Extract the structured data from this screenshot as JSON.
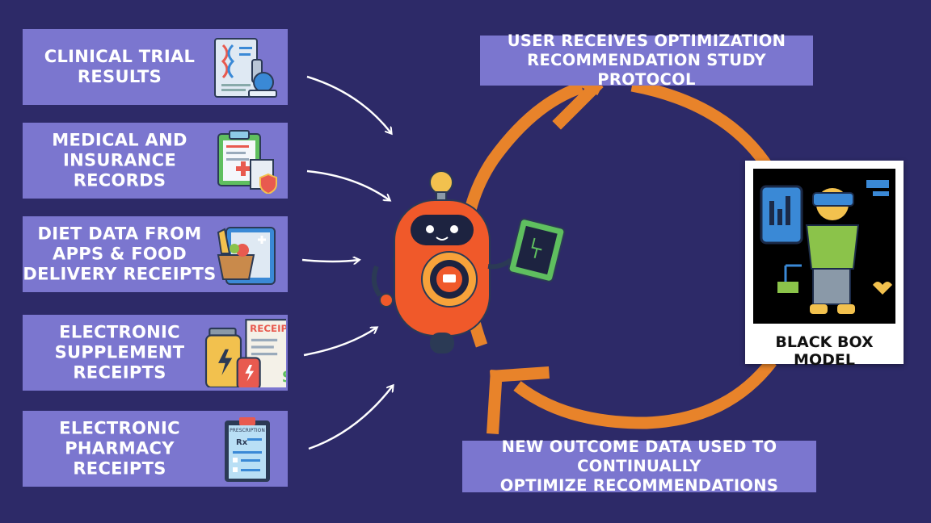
{
  "sources": [
    {
      "label": "CLINICAL TRIAL\nRESULTS",
      "icon": "dna-microscope-icon"
    },
    {
      "label": "MEDICAL AND\nINSURANCE RECORDS",
      "icon": "medical-clipboard-icon"
    },
    {
      "label": "DIET DATA FROM\nAPPS & FOOD\nDELIVERY RECEIPTS",
      "icon": "grocery-tablet-icon"
    },
    {
      "label": "ELECTRONIC\nSUPPLEMENT\nRECEIPTS",
      "icon": "supplement-receipt-icon"
    },
    {
      "label": "ELECTRONIC\nPHARMACY\nRECEIPTS",
      "icon": "prescription-clipboard-icon"
    }
  ],
  "top_label": "USER RECEIVES OPTIMIZATION\nRECOMMENDATION STUDY PROTOCOL",
  "bottom_label": "NEW OUTCOME DATA USED TO CONTINUALLY\nOPTIMIZE RECOMMENDATIONS",
  "black_box": {
    "caption": "BLACK BOX MODEL",
    "icon": "vr-user-icon"
  },
  "receipt_text": "RECEIPT",
  "prescription_text": "PRESCRIPTION",
  "rx_text": "Rx",
  "dollar_text": "$",
  "colors": {
    "background": "#2d2a68",
    "box": "#7b76cf",
    "cycle": "#e8832a",
    "robot": "#f0592a"
  }
}
